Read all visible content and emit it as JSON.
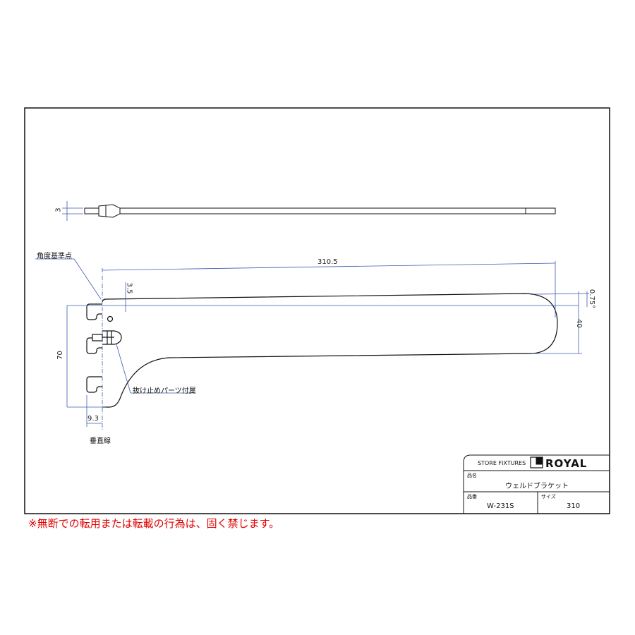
{
  "drawing": {
    "dimensions": {
      "thickness": "3",
      "length": "310.5",
      "top_offset": "3.5",
      "angle": "0.75°",
      "end_height": "40",
      "height": "70",
      "hook_depth": "9.3"
    },
    "labels": {
      "angle_reference": "角度基準点",
      "stopper_part": "抜け止めパーツ付属",
      "vertical_line": "垂直線"
    }
  },
  "title_block": {
    "company": "STORE FIXTURES",
    "brand": "ROYAL",
    "name_label": "品名",
    "name_value": "ウェルドブラケット",
    "number_label": "品番",
    "number_value": "W-231S",
    "size_label": "サイズ",
    "size_value": "310"
  },
  "notice": "※無断での転用または転載の行為は、固く禁じます。",
  "colors": {
    "dimension": "#3a5bb0",
    "notice": "#e00000"
  }
}
